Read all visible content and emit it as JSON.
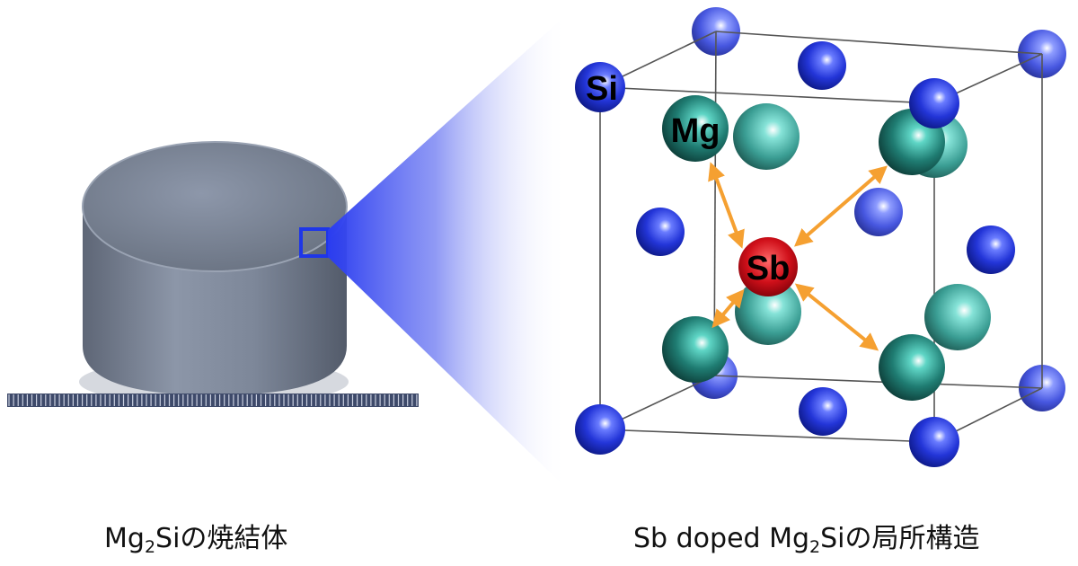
{
  "captions": {
    "left": {
      "prefix": "Mg",
      "subscript": "2",
      "suffix": "Siの焼結体"
    },
    "right": {
      "prefix": "Sb doped Mg",
      "subscript": "2",
      "suffix": "Siの局所構造"
    }
  },
  "atom_labels": {
    "si": "Si",
    "mg": "Mg",
    "sb": "Sb"
  },
  "colors": {
    "si_atom": "#1f2fd0",
    "si_atom_light": "#4a5be0",
    "mg_atom": "#1d6e66",
    "mg_atom_light": "#2f9a90",
    "sb_atom": "#c80d10",
    "bond_arrow": "#f5a031",
    "cell_edge": "#555555",
    "zoom_cone": "#2a3cf0",
    "zoom_box": "#1e36e8",
    "pellet": "#7a8496"
  }
}
